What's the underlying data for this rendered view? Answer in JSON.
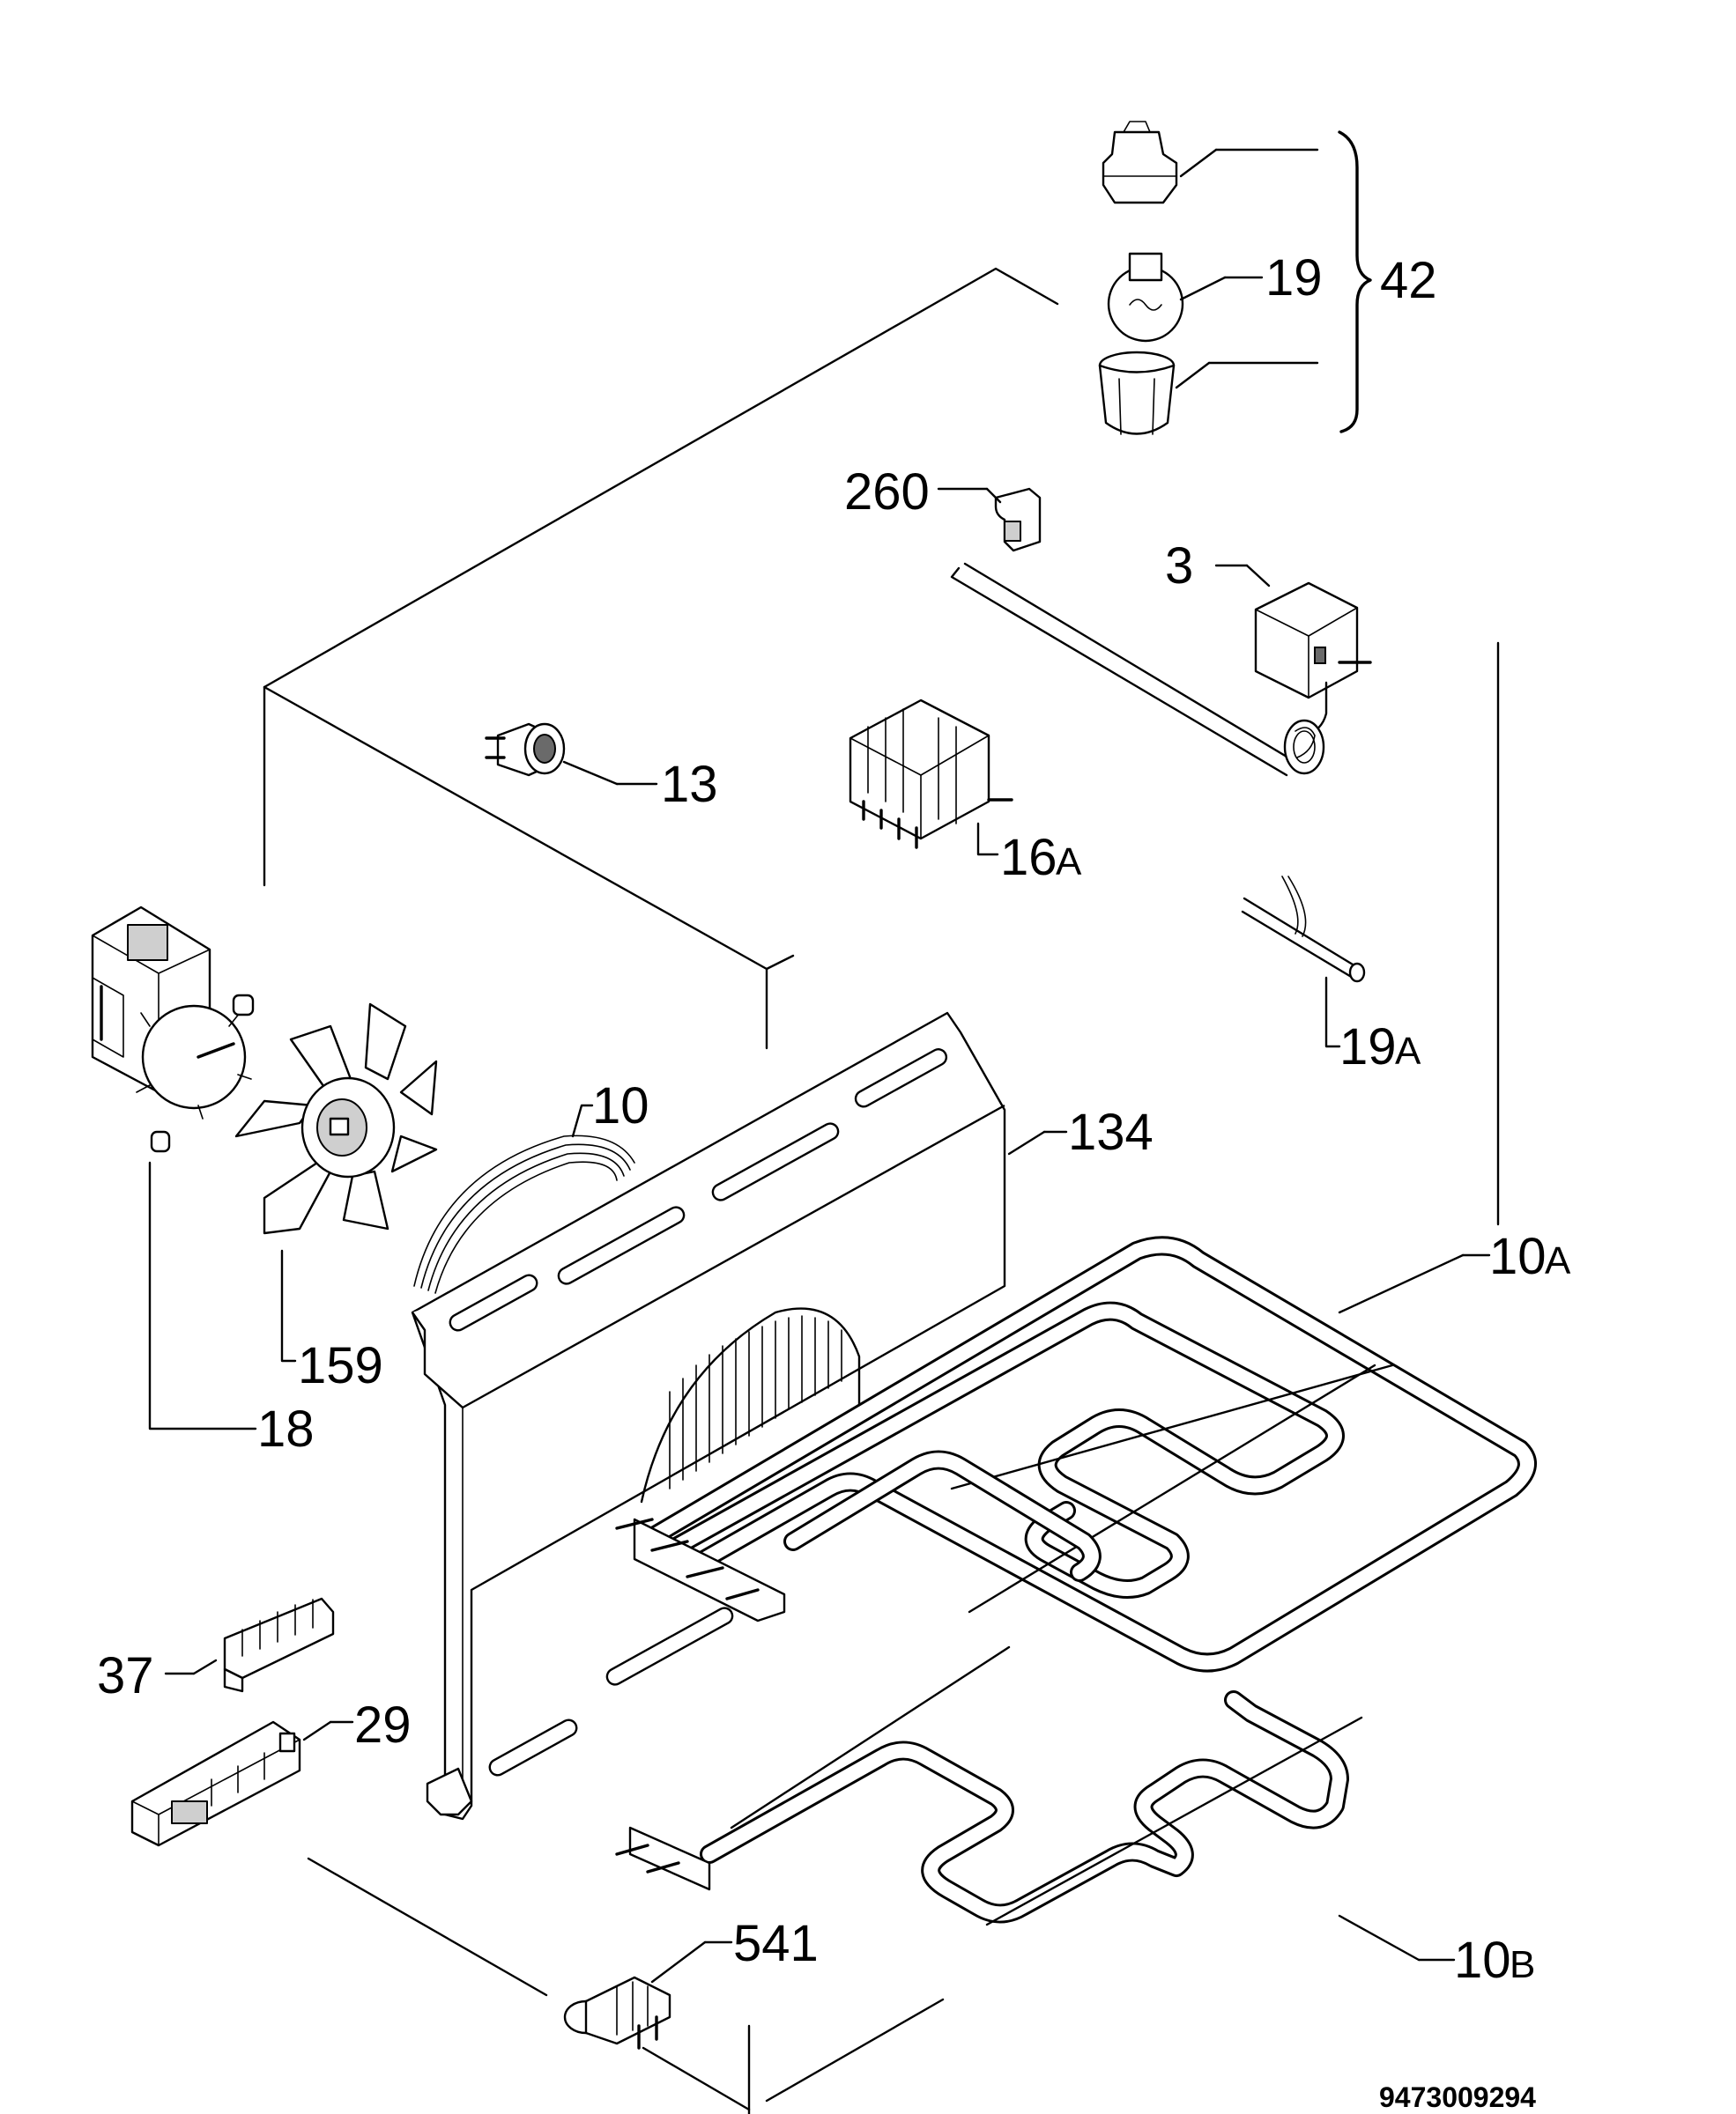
{
  "labels": {
    "l42": "42",
    "l19": "19",
    "l260": "260",
    "l3": "3",
    "l13": "13",
    "l16": {
      "num": "16",
      "suffix": "A"
    },
    "l19a": {
      "num": "19",
      "suffix": "A"
    },
    "l10": "10",
    "l134": "134",
    "l10a": {
      "num": "10",
      "suffix": "A"
    },
    "l159": "159",
    "l18": "18",
    "l37": "37",
    "l29": "29",
    "l541": "541",
    "l10b": {
      "num": "10",
      "suffix": "B"
    }
  },
  "document_number": "9473009294"
}
